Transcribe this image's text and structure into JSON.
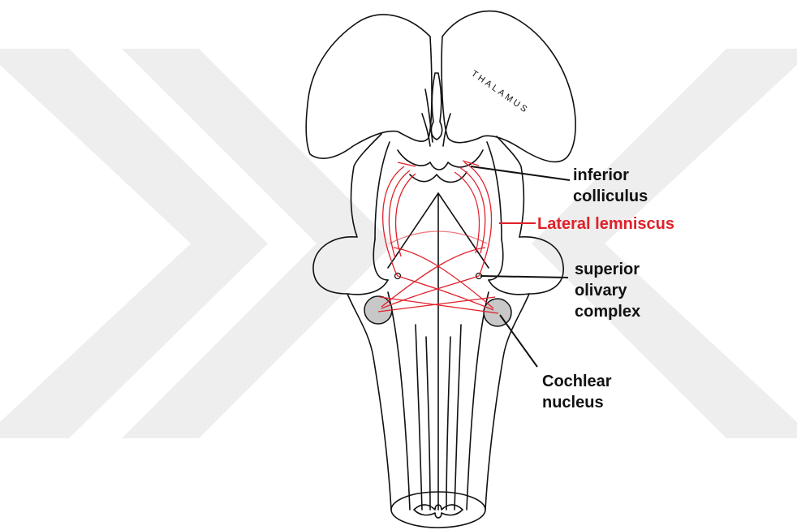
{
  "diagram": {
    "labels": {
      "thalamus": "THALAMUS",
      "inferior_colliculus_line1": "inferior",
      "inferior_colliculus_line2": "colliculus",
      "lateral_lemniscus": "Lateral lemniscus",
      "superior_olivary_line1": "superior",
      "superior_olivary_line2": "olivary",
      "superior_olivary_line3": "complex",
      "cochlear_line1": "Cochlear",
      "cochlear_line2": "nucleus"
    },
    "colors": {
      "outline": "#111111",
      "pathway": "#e0202a",
      "label_text": "#111111",
      "highlight_label": "#e0202a",
      "watermark": "#e9e9e9",
      "nucleus_fill": "#c8c8c8"
    }
  }
}
